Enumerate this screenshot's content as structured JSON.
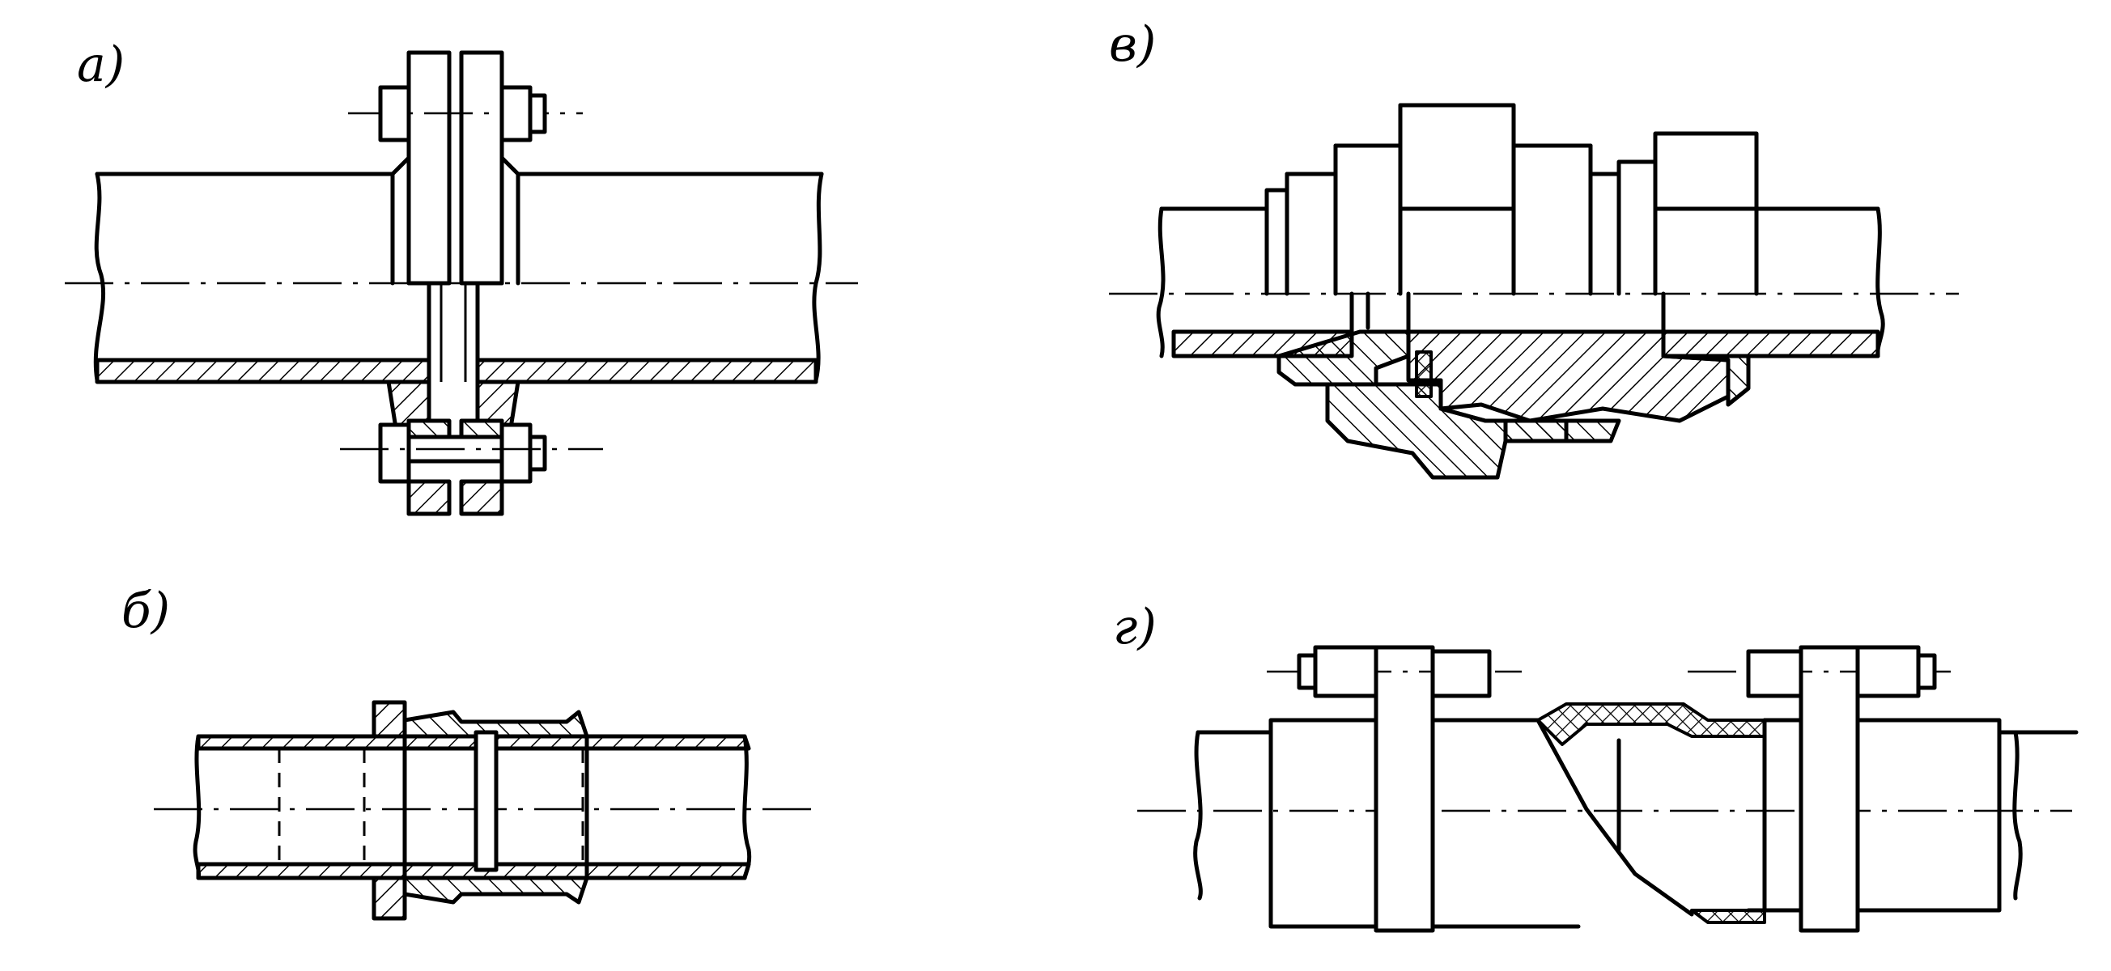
{
  "figure": {
    "panels": [
      {
        "id": "a",
        "label": "а)"
      },
      {
        "id": "b",
        "label": "б)"
      },
      {
        "id": "v",
        "label": "в)"
      },
      {
        "id": "g",
        "label": "г)"
      }
    ]
  },
  "colors": {
    "ink": "#000000",
    "paper": "#ffffff"
  }
}
